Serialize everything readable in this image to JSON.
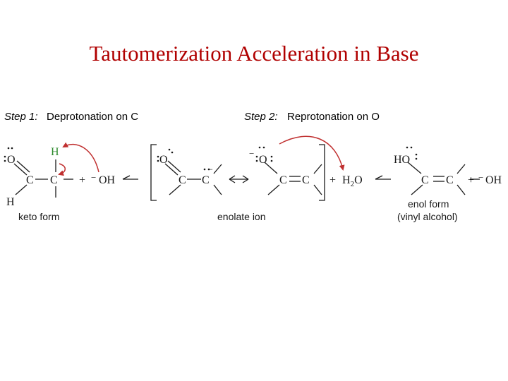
{
  "title": "Tautomerization Acceleration in Base",
  "steps": [
    {
      "label": "Step 1:",
      "text": "Deprotonation on C"
    },
    {
      "label": "Step 2:",
      "text": "Reprotonation on O"
    }
  ],
  "atoms": {
    "O": "O",
    "C": "C",
    "H": "H",
    "HO": "HO",
    "H2O_H": "H",
    "H2O_sub": "2",
    "H2O_O": "O"
  },
  "signs": {
    "plus": "+",
    "minus": "−",
    "OH": "OH"
  },
  "labels": {
    "keto": "keto form",
    "enolate": "enolate ion",
    "enol": "enol form",
    "vinyl": "(vinyl alcohol)"
  },
  "colors": {
    "title": "#b00000",
    "hydrogen": "#2e8b2e",
    "arrow": "#c03030",
    "ink": "#1a1a1a"
  }
}
